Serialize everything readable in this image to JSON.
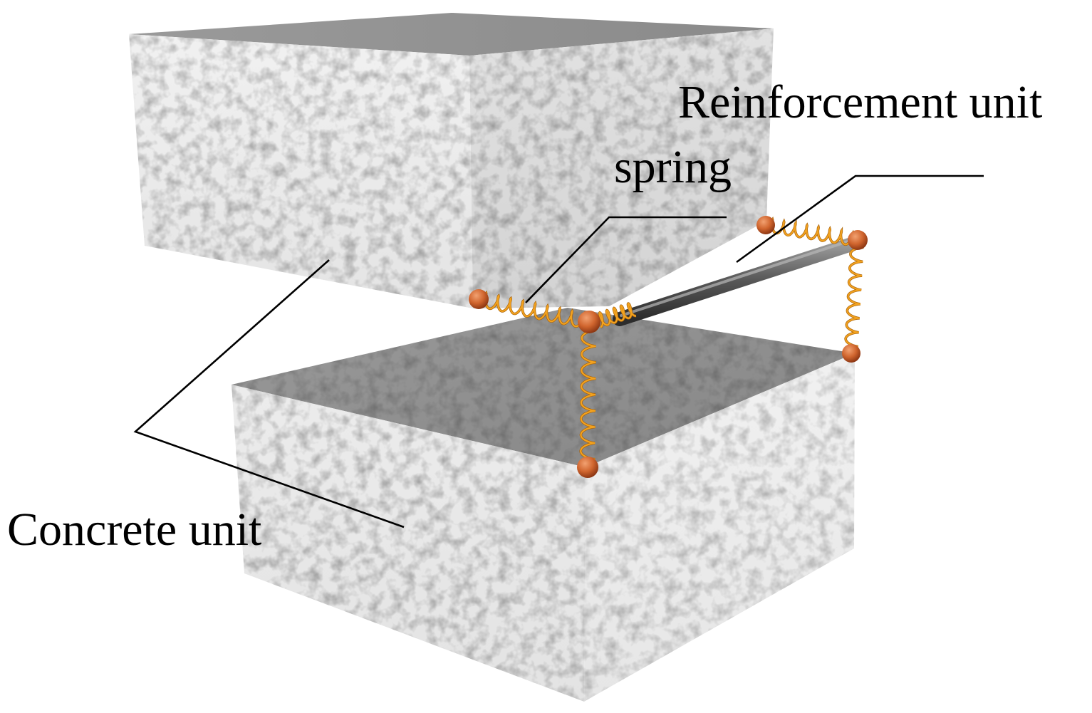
{
  "labels": {
    "reinforcement": "Reinforcement unit",
    "spring": "spring",
    "concrete": "Concrete unit"
  },
  "colors": {
    "concrete_light": "#ededed",
    "concrete_top": "#8d8d8d",
    "spring": "#f2a21f",
    "node": "#d0652e",
    "rebar": "#5a5a5a",
    "leader_line": "#000000"
  },
  "icons": {
    "node": "sphere-node",
    "spring": "coil-spring",
    "rebar": "steel-bar"
  }
}
